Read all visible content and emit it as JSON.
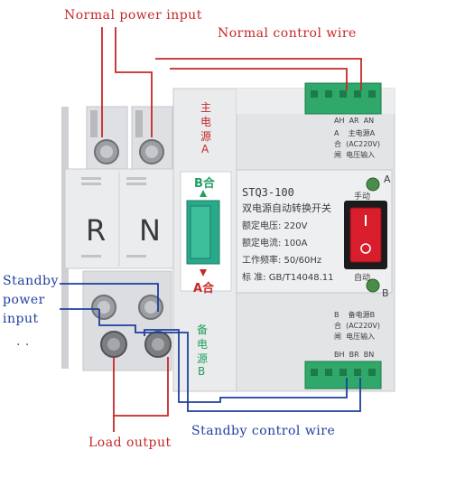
{
  "labels": {
    "normal_power_input": "Normal power input",
    "normal_control_wire": "Normal control wire",
    "standby_power_input_line1": "Standby",
    "standby_power_input_line2": "power",
    "standby_power_input_line3": "input",
    "standby_dots": ". .",
    "load_output": "Load output",
    "standby_control_wire": "Standby control wire"
  },
  "device": {
    "left_phase_label": "R",
    "right_phase_label": "N",
    "main_source_top": "主",
    "main_source_mid": "电",
    "main_source_bot": "源",
    "main_source_letter": "A",
    "standby_source_top": "备",
    "standby_source_mid": "电",
    "standby_source_bot": "源",
    "standby_source_letter": "B",
    "switch_top_label": "B合",
    "switch_bottom_label": "A合",
    "model": "STQ3-100",
    "product_name": "双电源自动转换开关",
    "spec_lines": [
      "额定电压:  220V",
      "额定电流:  100A",
      "工作频率:  50/60Hz",
      "标  准:  GB/T14048.11"
    ],
    "manual_label": "手动",
    "auto_label": "自动",
    "indicator_a": "A",
    "indicator_b": "B",
    "top_terminal_labels": "AH  AR  AN",
    "top_info_line1": "A    主电源A",
    "top_info_line2": "合  (AC220V)",
    "top_info_line3": "闸  电压输入",
    "bottom_info_line1": "B    备电源B",
    "bottom_info_line2": "合  (AC220V)",
    "bottom_info_line3": "闸  电压输入",
    "bottom_terminal_labels": "BH  BR  BN"
  },
  "colors": {
    "red_wire": "#c62828",
    "blue_wire": "#1f3f9e",
    "terminal_green": "#2fa86a",
    "switch_green": "#26a687",
    "rocker_red": "#d81e2c",
    "body_grey": "#e4e5e7"
  }
}
